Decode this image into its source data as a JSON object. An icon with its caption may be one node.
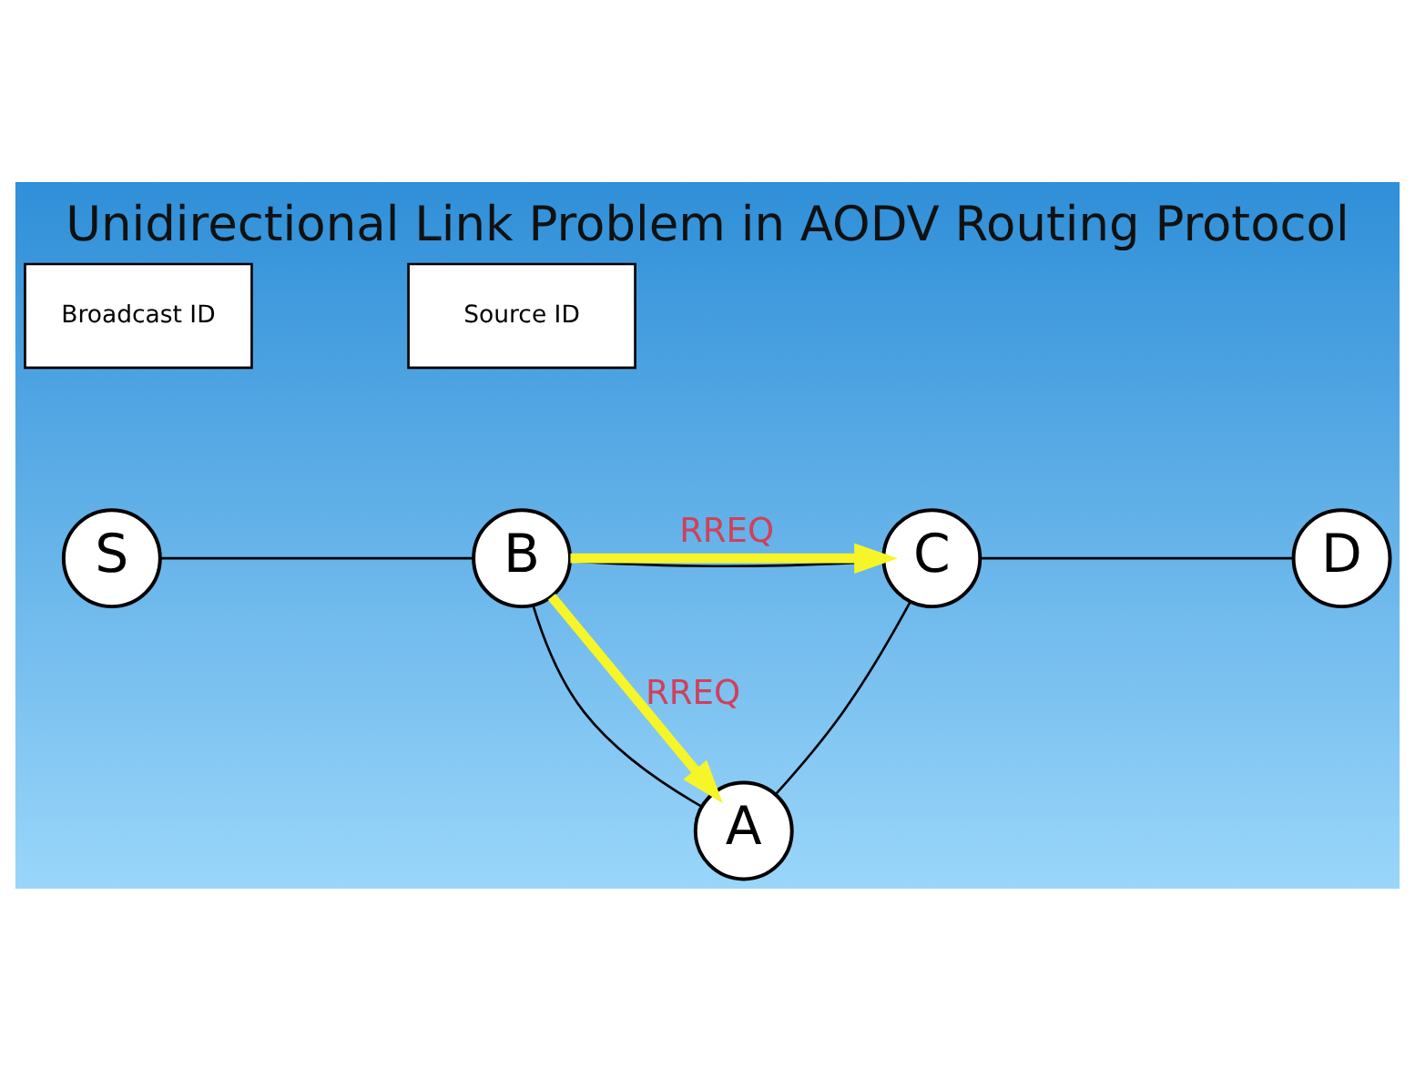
{
  "diagram": {
    "title": "Unidirectional Link Problem in AODV Routing Protocol",
    "nodes": [
      {
        "text": [
          "Broadcast ID"
        ]
      },
      {
        "text": [
          "Source ID"
        ]
      },
      {
        "text": [
          "S"
        ]
      },
      {
        "text": [
          "B"
        ]
      },
      {
        "text": [
          "C"
        ]
      },
      {
        "text": [
          "D"
        ]
      },
      {
        "text": [
          "A"
        ]
      }
    ],
    "edges": [
      {
        "from": 2,
        "to": 3,
        "arrow": "none"
      },
      {
        "from": 3,
        "to": 4,
        "arrow": "none"
      },
      {
        "from": 4,
        "to": 5,
        "arrow": "none"
      },
      {
        "from": 3,
        "to": 6,
        "arrow": "none"
      },
      {
        "from": 4,
        "to": 6,
        "arrow": "none"
      },
      {
        "from": 3,
        "to": 4,
        "arrow": "to",
        "label": "RREQ",
        "style": "thick",
        "color": "#f5f52a"
      },
      {
        "from": 3,
        "to": 6,
        "arrow": "to",
        "label": "RREQ",
        "style": "thick",
        "color": "#f5f52a"
      }
    ]
  }
}
